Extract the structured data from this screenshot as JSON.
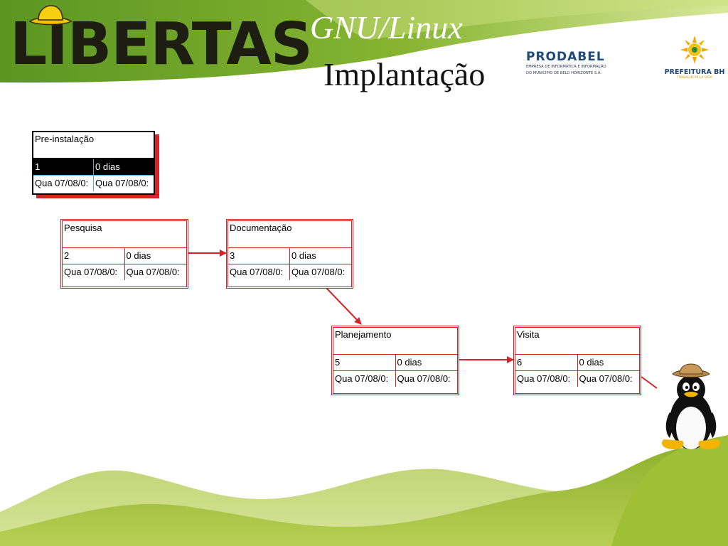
{
  "header": {
    "brand": "LIBERTAS",
    "brand_suffix": "GNU/Linux",
    "slide_title": "Implantação",
    "prodabel_name": "PRODABEL",
    "prodabel_line1": "EMPRESA DE INFORMÁTICA E INFORMAÇÃO",
    "prodabel_line2": "DO MUNICÍPIO DE BELO HORIZONTE S.A.",
    "pbh_name": "PREFEITURA BH",
    "pbh_tagline": "TRABALHO PELA VIDA"
  },
  "colors": {
    "accent_red": "#d2252a",
    "green_dark": "#5f9a24",
    "green_light": "#b6cf46"
  },
  "diagram": {
    "nodes": [
      {
        "name": "Pre-instalação",
        "id": "1",
        "duration": "0 dias",
        "start": "Qua 07/08/0:",
        "finish": "Qua 07/08/0:"
      },
      {
        "name": "Pesquisa",
        "id": "2",
        "duration": "0 dias",
        "start": "Qua 07/08/0:",
        "finish": "Qua 07/08/0:"
      },
      {
        "name": "Documentação",
        "id": "3",
        "duration": "0 dias",
        "start": "Qua 07/08/0:",
        "finish": "Qua 07/08/0:"
      },
      {
        "name": "Planejamento",
        "id": "5",
        "duration": "0 dias",
        "start": "Qua 07/08/0:",
        "finish": "Qua 07/08/0:"
      },
      {
        "name": "Visita",
        "id": "6",
        "duration": "0 dias",
        "start": "Qua 07/08/0:",
        "finish": "Qua 07/08/0:"
      }
    ],
    "links": [
      {
        "from": "2",
        "to": "3"
      },
      {
        "from": "3",
        "to": "5"
      },
      {
        "from": "5",
        "to": "6"
      },
      {
        "from": "6",
        "to": "offscreen"
      }
    ]
  }
}
